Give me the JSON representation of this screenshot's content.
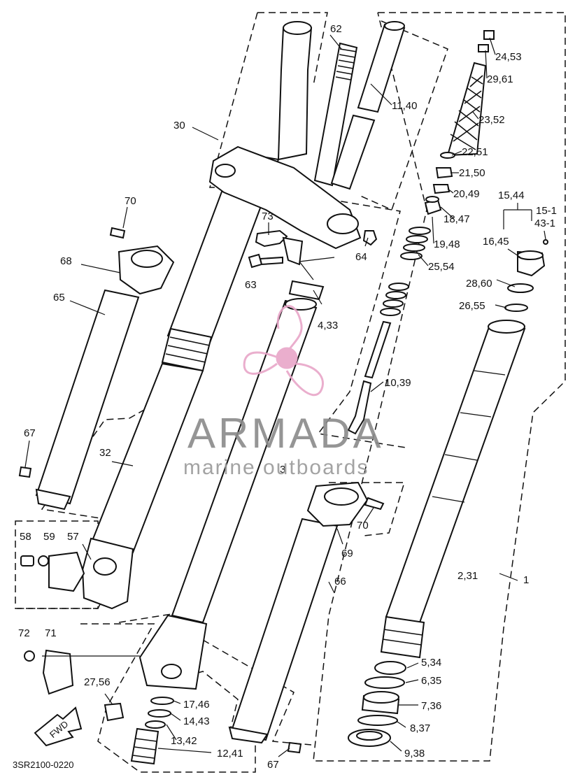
{
  "diagram_code": "3SR2100-0220",
  "fwd_label": "FWD",
  "watermark": {
    "brand": "ARMADA",
    "tagline": "marine outboards",
    "color": "#e8a6c8"
  },
  "callouts": [
    {
      "id": "c62",
      "text": "62"
    },
    {
      "id": "c30",
      "text": "30"
    },
    {
      "id": "c70a",
      "text": "70"
    },
    {
      "id": "c68",
      "text": "68"
    },
    {
      "id": "c65",
      "text": "65"
    },
    {
      "id": "c73",
      "text": "73"
    },
    {
      "id": "c63",
      "text": "63"
    },
    {
      "id": "c64",
      "text": "64"
    },
    {
      "id": "c4_33",
      "text": "4,33"
    },
    {
      "id": "c11_40",
      "text": "11,40"
    },
    {
      "id": "c24_53",
      "text": "24,53"
    },
    {
      "id": "c29_61",
      "text": "29,61"
    },
    {
      "id": "c23_52",
      "text": "23,52"
    },
    {
      "id": "c22_51",
      "text": "22,51"
    },
    {
      "id": "c21_50",
      "text": "21,50"
    },
    {
      "id": "c20_49",
      "text": "20,49"
    },
    {
      "id": "c15_44",
      "text": "15,44"
    },
    {
      "id": "c15_1",
      "text": "15-1"
    },
    {
      "id": "c43_1",
      "text": "43-1"
    },
    {
      "id": "c18_47",
      "text": "18,47"
    },
    {
      "id": "c16_45",
      "text": "16,45"
    },
    {
      "id": "c19_48",
      "text": "19,48"
    },
    {
      "id": "c25_54",
      "text": "25,54"
    },
    {
      "id": "c28_60",
      "text": "28,60"
    },
    {
      "id": "c26_55",
      "text": "26,55"
    },
    {
      "id": "c10_39",
      "text": "10,39"
    },
    {
      "id": "c67a",
      "text": "67"
    },
    {
      "id": "c32",
      "text": "32"
    },
    {
      "id": "c3",
      "text": "3"
    },
    {
      "id": "c58",
      "text": "58"
    },
    {
      "id": "c59",
      "text": "59"
    },
    {
      "id": "c57",
      "text": "57"
    },
    {
      "id": "c70b",
      "text": "70"
    },
    {
      "id": "c69",
      "text": "69"
    },
    {
      "id": "c2_31",
      "text": "2,31"
    },
    {
      "id": "c1",
      "text": "1"
    },
    {
      "id": "c66",
      "text": "66"
    },
    {
      "id": "c72",
      "text": "72"
    },
    {
      "id": "c71",
      "text": "71"
    },
    {
      "id": "c27_56",
      "text": "27,56"
    },
    {
      "id": "c17_46",
      "text": "17,46"
    },
    {
      "id": "c14_43",
      "text": "14,43"
    },
    {
      "id": "c13_42",
      "text": "13,42"
    },
    {
      "id": "c12_41",
      "text": "12,41"
    },
    {
      "id": "c67b",
      "text": "67"
    },
    {
      "id": "c5_34",
      "text": "5,34"
    },
    {
      "id": "c6_35",
      "text": "6,35"
    },
    {
      "id": "c7_36",
      "text": "7,36"
    },
    {
      "id": "c8_37",
      "text": "8,37"
    },
    {
      "id": "c9_38",
      "text": "9,38"
    }
  ]
}
